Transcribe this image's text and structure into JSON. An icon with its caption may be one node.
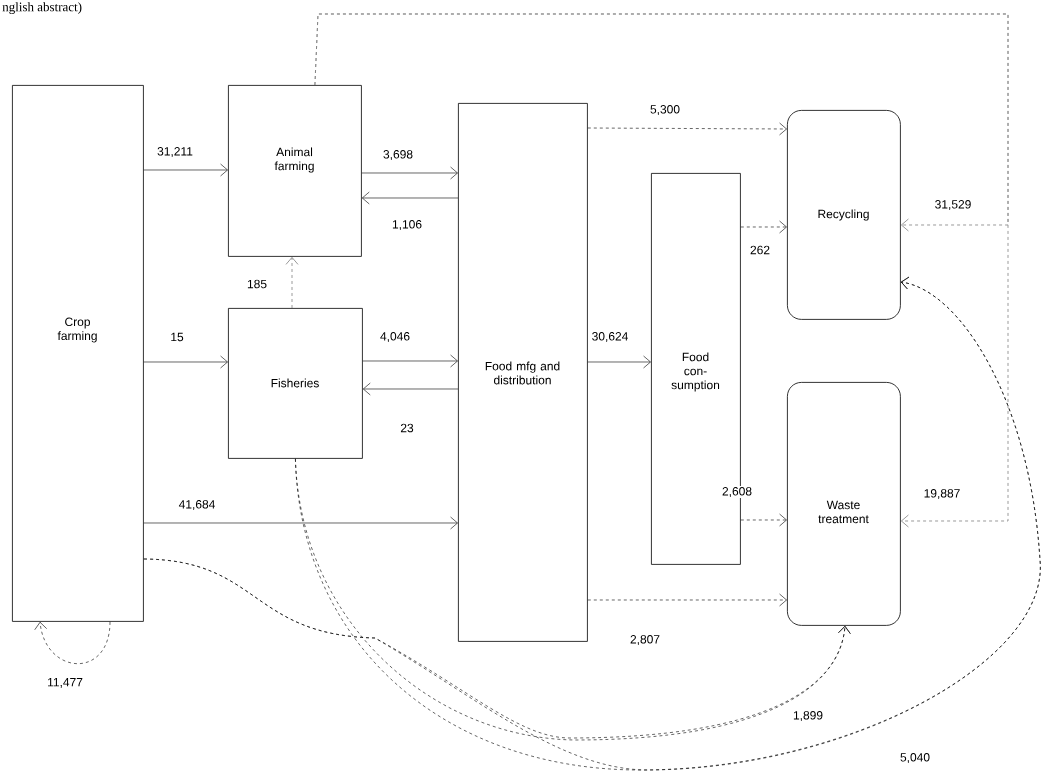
{
  "diagram": {
    "nodes": [
      {
        "text": [
          "Crop farming"
        ]
      },
      {
        "text": [
          "Animal farming"
        ]
      },
      {
        "text": [
          "Fisheries"
        ]
      },
      {
        "text": [
          "Food mfg and distribution"
        ]
      },
      {
        "text": [
          "Food con- sumption"
        ]
      },
      {
        "text": [
          "Recycling"
        ]
      },
      {
        "text": [
          "Waste treatment"
        ]
      }
    ],
    "edges": [
      {
        "from": 0,
        "to": 1,
        "arrow": "to",
        "label": "31,211"
      },
      {
        "from": 1,
        "to": 3,
        "arrow": "to",
        "label": "3,698"
      },
      {
        "from": 3,
        "to": 1,
        "arrow": "to",
        "label": "1,106"
      },
      {
        "from": 2,
        "to": 1,
        "arrow": "to",
        "label": "185",
        "style": "dashed",
        "color": "#808080"
      },
      {
        "from": 0,
        "to": 2,
        "arrow": "to",
        "label": "15"
      },
      {
        "from": 2,
        "to": 3,
        "arrow": "to",
        "label": "4,046"
      },
      {
        "from": 3,
        "to": 2,
        "arrow": "to",
        "label": "23"
      },
      {
        "from": 0,
        "to": 3,
        "arrow": "to",
        "label": "41,684"
      },
      {
        "from": 3,
        "to": 4,
        "arrow": "to",
        "label": "30,624"
      },
      {
        "from": 3,
        "to": 5,
        "arrow": "to",
        "label": "5,300",
        "style": "dashed"
      },
      {
        "from": 4,
        "to": 5,
        "arrow": "to",
        "label": "262",
        "style": "dashed"
      },
      {
        "from": 4,
        "to": 6,
        "arrow": "to",
        "label": "2,608",
        "style": "dashed"
      },
      {
        "from": 3,
        "to": 6,
        "arrow": "to",
        "label": "2,807",
        "style": "dashed"
      },
      {
        "from": 0,
        "to": 0,
        "arrow": "to",
        "label": "11,477",
        "style": "dashed"
      },
      {
        "from": 0,
        "to": 6,
        "arrow": "to",
        "label": "1,899",
        "style": "dashed"
      },
      {
        "from": 2,
        "to": 5,
        "arrow": "to",
        "label": "5,040",
        "style": "dashed"
      },
      {
        "from": 2,
        "to": 6,
        "arrow": "to",
        "style": "dashed"
      },
      {
        "from": 0,
        "to": 5,
        "arrow": "to",
        "style": "dashed"
      },
      {
        "from": 1,
        "to": 5,
        "arrow": "to",
        "label": "31,529",
        "style": "dashed",
        "color": "#808080"
      },
      {
        "from": 1,
        "to": 6,
        "arrow": "to",
        "label": "19,887",
        "style": "dashed",
        "color": "#808080"
      }
    ],
    "labels": [
      "nglish abstract)"
    ]
  }
}
